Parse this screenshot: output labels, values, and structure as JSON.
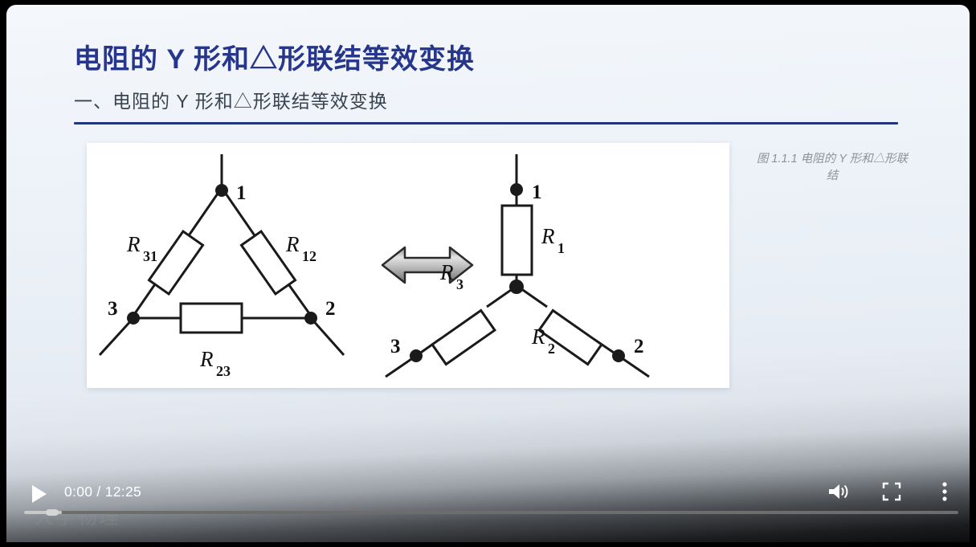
{
  "slide": {
    "title": "电阻的 Y 形和△形联结等效变换",
    "subtitle": "一、电阻的 Y 形和△形联结等效变换",
    "figure_caption": "图 1.1.1 电阻的 Y 形和△形联结",
    "title_color": "#25368C",
    "divider_color": "#22357F",
    "subtitle_color": "#39434F",
    "caption_color": "#8D9298"
  },
  "figure": {
    "delta": {
      "name": "delta-connection",
      "nodes": [
        "1",
        "2",
        "3"
      ],
      "resistors": [
        {
          "label_r": "R",
          "label_sub": "31"
        },
        {
          "label_r": "R",
          "label_sub": "12"
        },
        {
          "label_r": "R",
          "label_sub": "23"
        }
      ]
    },
    "equivalence_arrow": "double-headed-arrow",
    "wye": {
      "name": "wye-connection",
      "nodes": [
        "1",
        "2",
        "3"
      ],
      "resistors": [
        {
          "label_r": "R",
          "label_sub": "1"
        },
        {
          "label_r": "R",
          "label_sub": "2"
        },
        {
          "label_r": "R",
          "label_sub": "3"
        }
      ]
    }
  },
  "player": {
    "play_label": "播放",
    "current_time": "0:00",
    "separator": "/",
    "duration": "12:25",
    "time_display": "0:00 / 12:25",
    "progress_percent": 0,
    "volume_label": "音量",
    "fullscreen_label": "全屏",
    "more_label": "更多选项",
    "watermark": "大学物理"
  }
}
